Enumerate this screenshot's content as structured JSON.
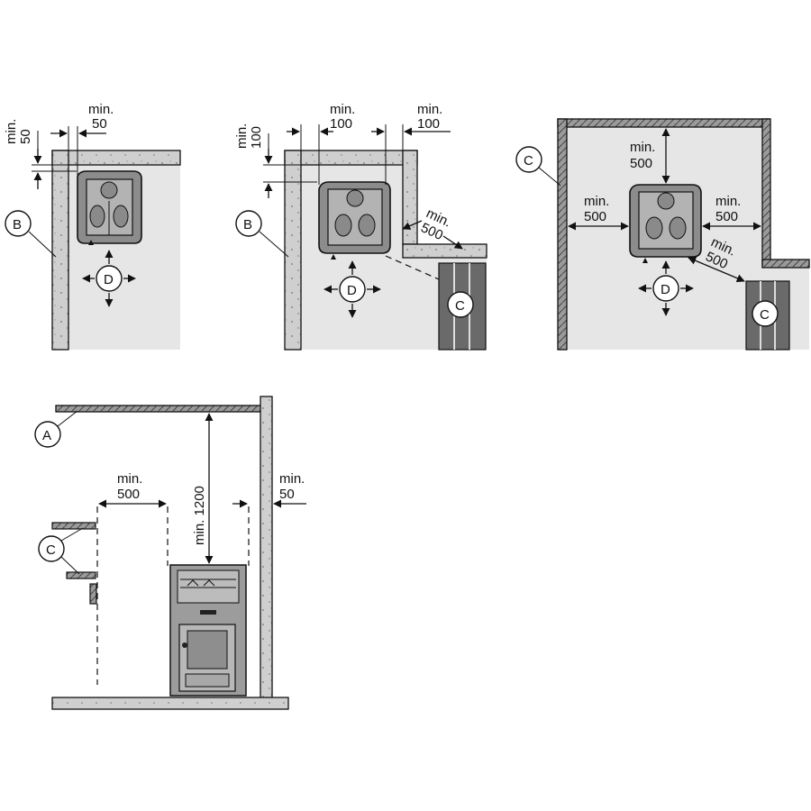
{
  "labels": {
    "min": "min.",
    "v50": "50",
    "v100": "100",
    "v500": "500",
    "v1200": "min. 1200",
    "A": "A",
    "B": "B",
    "C": "C",
    "D": "D"
  }
}
